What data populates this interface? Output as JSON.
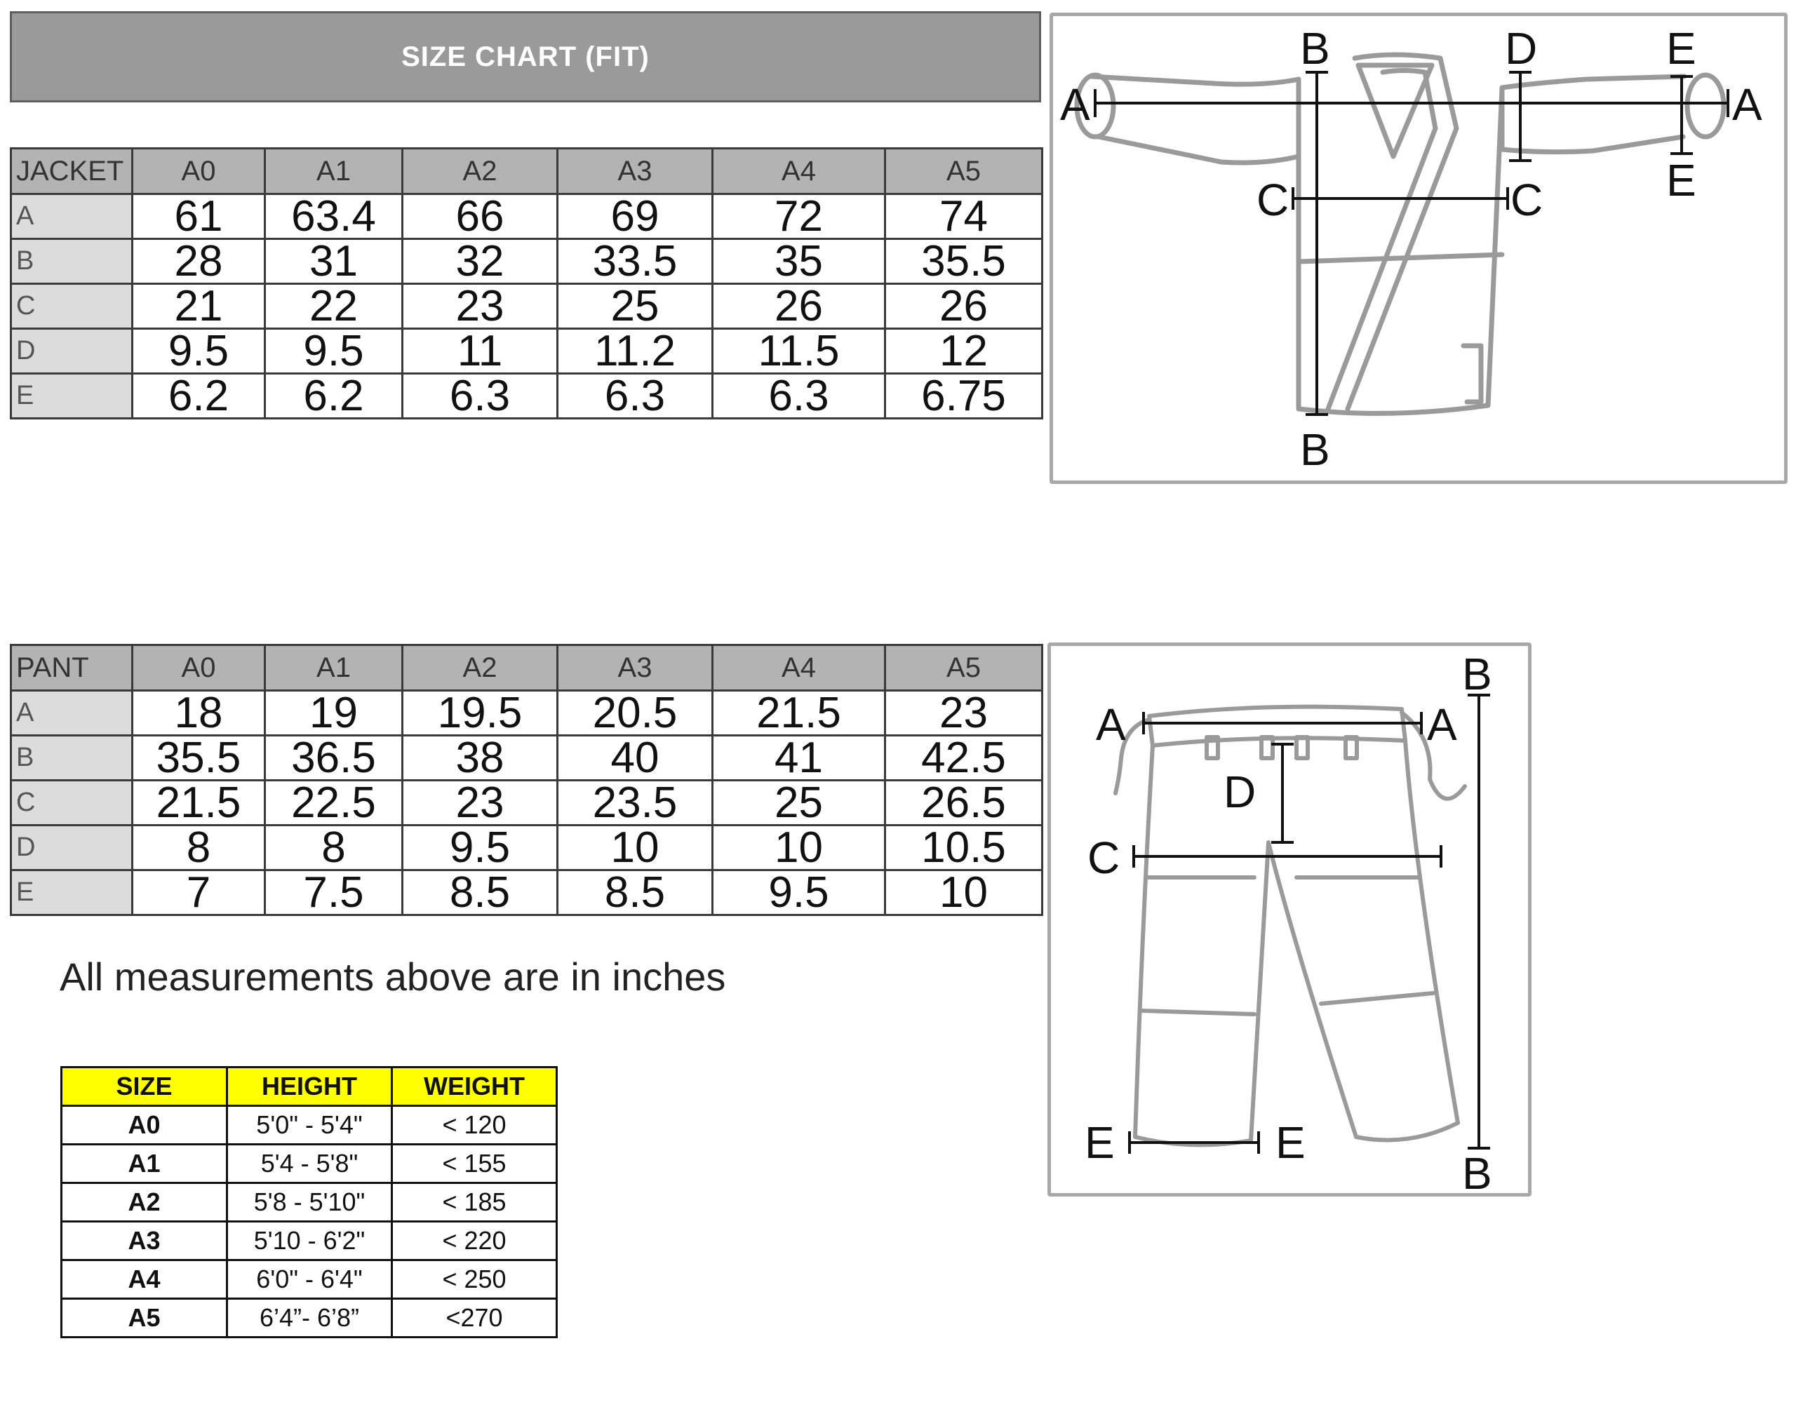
{
  "banner": {
    "title": "SIZE CHART (FIT)"
  },
  "jacket": {
    "corner": "JACKET",
    "columns": [
      "A0",
      "A1",
      "A2",
      "A3",
      "A4",
      "A5"
    ],
    "rows": [
      {
        "label": "A",
        "values": [
          "61",
          "63.4",
          "66",
          "69",
          "72",
          "74"
        ]
      },
      {
        "label": "B",
        "values": [
          "28",
          "31",
          "32",
          "33.5",
          "35",
          "35.5"
        ]
      },
      {
        "label": "C",
        "values": [
          "21",
          "22",
          "23",
          "25",
          "26",
          "26"
        ]
      },
      {
        "label": "D",
        "values": [
          "9.5",
          "9.5",
          "11",
          "11.2",
          "11.5",
          "12"
        ]
      },
      {
        "label": "E",
        "values": [
          "6.2",
          "6.2",
          "6.3",
          "6.3",
          "6.3",
          "6.75"
        ]
      }
    ]
  },
  "pant": {
    "corner": "PANT",
    "columns": [
      "A0",
      "A1",
      "A2",
      "A3",
      "A4",
      "A5"
    ],
    "rows": [
      {
        "label": "A",
        "values": [
          "18",
          "19",
          "19.5",
          "20.5",
          "21.5",
          "23"
        ]
      },
      {
        "label": "B",
        "values": [
          "35.5",
          "36.5",
          "38",
          "40",
          "41",
          "42.5"
        ]
      },
      {
        "label": "C",
        "values": [
          "21.5",
          "22.5",
          "23",
          "23.5",
          "25",
          "26.5"
        ]
      },
      {
        "label": "D",
        "values": [
          "8",
          "8",
          "9.5",
          "10",
          "10",
          "10.5"
        ]
      },
      {
        "label": "E",
        "values": [
          "7",
          "7.5",
          "8.5",
          "8.5",
          "9.5",
          "10"
        ]
      }
    ]
  },
  "note": "All measurements above are in inches",
  "sizes": {
    "headers": [
      "SIZE",
      "HEIGHT",
      "WEIGHT"
    ],
    "rows": [
      [
        "A0",
        "5'0\" - 5'4\"",
        "< 120"
      ],
      [
        "A1",
        "5'4 - 5'8\"",
        "< 155"
      ],
      [
        "A2",
        "5'8 - 5'10\"",
        "< 185"
      ],
      [
        "A3",
        "5'10 - 6'2\"",
        "< 220"
      ],
      [
        "A4",
        "6'0\" - 6'4\"",
        "< 250"
      ],
      [
        "A5",
        "6’4”- 6’8”",
        "<270"
      ]
    ]
  },
  "jacket_diagram": {
    "labels": {
      "a": "A",
      "b": "B",
      "c": "C",
      "d": "D",
      "e": "E"
    }
  },
  "pant_diagram": {
    "labels": {
      "a": "A",
      "b": "B",
      "c": "C",
      "d": "D",
      "e": "E"
    }
  },
  "colors": {
    "banner": "#9a9a9a",
    "header_cell": "#b3b3b3",
    "row_label_cell": "#dcdcdc",
    "size_header": "#ffff00",
    "panel_border": "#a8a8a8"
  }
}
